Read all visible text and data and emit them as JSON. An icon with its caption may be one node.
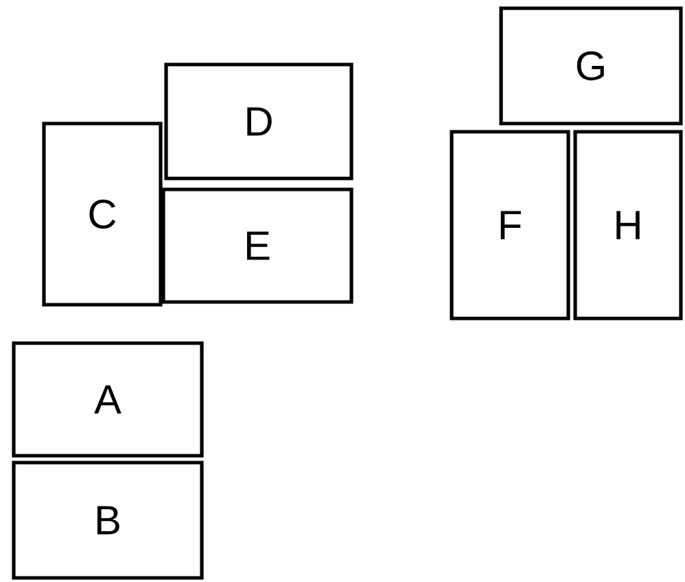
{
  "diagram": {
    "nodes": [
      {
        "text": [
          "G"
        ]
      },
      {
        "text": [
          "D"
        ]
      },
      {
        "text": [
          "C"
        ]
      },
      {
        "text": [
          "E"
        ]
      },
      {
        "text": [
          "F"
        ]
      },
      {
        "text": [
          "H"
        ]
      },
      {
        "text": [
          "A"
        ]
      },
      {
        "text": [
          "B"
        ]
      }
    ]
  }
}
